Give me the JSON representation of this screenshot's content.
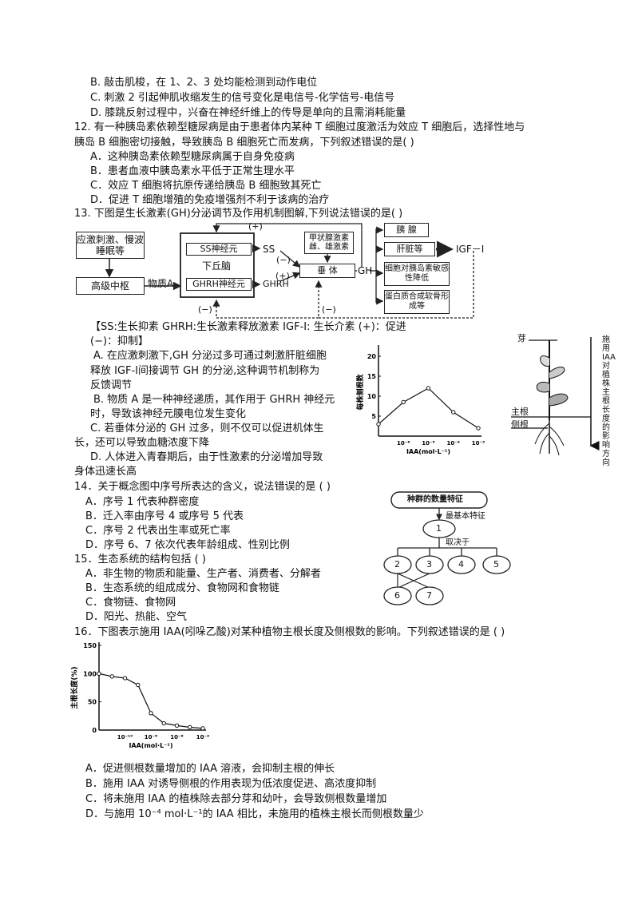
{
  "q11": {
    "opt_b": "B. 敲击肌梭，在 1、2、3 处均能检测到动作电位",
    "opt_c": "C. 刺激 2 引起伸肌收缩发生的信号变化是电信号-化学信号-电信号",
    "opt_d": "D. 膝跳反射过程中，兴奋在神经纤维上的传导是单向的且需消耗能量"
  },
  "q12": {
    "stem_1": "12. 有一种胰岛素依赖型糖尿病是由于患者体内某种 T 细胞过度激活为效应 T 细胞后，选择性地与",
    "stem_2": "胰岛 B 细胞密切接触，导致胰岛 B 细胞死亡而发病，下列叙述错误的是(      )",
    "opt_a": "A．这种胰岛素依赖型糖尿病属于自身免疫病",
    "opt_b": "B．患者血液中胰岛素水平低于正常生理水平",
    "opt_c": "C．效应 T 细胞将抗原传递给胰岛 B 细胞致其死亡",
    "opt_d": "D．促进 T 细胞增殖的免疫增强剂不利于该病的治疗"
  },
  "q13": {
    "stem": "13. 下图是生长激素(GH)分泌调节及作用机制图解,下列说法错误的是(      )",
    "diagram": {
      "stress": "应激刺激、慢波睡眠等",
      "center": "高级中枢",
      "substance_a": "物质A",
      "hypothalamus": "下丘脑",
      "ss_neuron": "SS神经元",
      "ghrh_neuron": "GHRH神经元",
      "ss": "SS",
      "ghrh": "GHRH",
      "thyroid": "甲状腺激素雌、雄激素",
      "pituitary": "垂  体",
      "gh": "GH",
      "pancreas": "胰  腺",
      "liver": "肝脏等",
      "igf": "IGF－Ⅰ",
      "insulin_sens": "细胞对胰岛素敏感性降低",
      "protein": "蛋白质合成软骨形成等",
      "plus": "(+)",
      "minus": "(−)"
    },
    "legend_1": "【SS:生长抑素    GHRH:生长激素释放激素    IGF-Ⅰ: 生长介素  (+)：促进",
    "legend_2": "(−)：抑制】",
    "opt_a_1": "A. 在应激刺激下,GH 分泌过多可通过刺激肝脏细胞",
    "opt_a_2": "释放 IGF-Ⅰ间接调节 GH 的分泌,这种调节机制称为",
    "opt_a_3": "反馈调节",
    "opt_b_1": "B. 物质 A 是一种神经递质，其作用于 GHRH 神经元",
    "opt_b_2": "时，导致该神经元膜电位发生变化",
    "opt_c_1": "C. 若垂体分泌的 GH 过多，则不仅可以促进机体生",
    "opt_c_2": "长，还可以导致血糖浓度下降",
    "opt_d_1": "D. 人体进入青春期后，由于性激素的分泌增加导致",
    "opt_d_2": "身体迅速长高"
  },
  "side_chart": {
    "ylabel": "每株侧根数",
    "xlabel": "IAA(mol·L⁻¹)",
    "ticks_y": [
      "20",
      "15",
      "10",
      "5"
    ],
    "ticks_x": [
      "10⁻⁶",
      "10⁻⁵",
      "10⁻⁴",
      "10⁻³"
    ]
  },
  "plant": {
    "label_bud": "芽",
    "label_root": "主根",
    "label_lateral": "侧根",
    "arrow_text": "施用IAA对植株主根长度的影响方向"
  },
  "q14": {
    "stem": "14．关于概念图中序号所表达的含义，说法错误的是 (      )",
    "opt_a": "A．序号 1 代表种群密度",
    "opt_b": "B．迁入率由序号 4 或序号 5 代表",
    "opt_c": "C．序号 2 代表出生率或死亡率",
    "opt_d": "D．序号 6、7 依次代表年龄组成、性别比例",
    "diagram": {
      "title": "种群的数量特征",
      "basic": "最基本特征",
      "depends": "取决于",
      "n1": "1",
      "n2": "2",
      "n3": "3",
      "n4": "4",
      "n5": "5",
      "n6": "6",
      "n7": "7"
    }
  },
  "q15": {
    "stem": "15．生态系统的结构包括 (      )",
    "opt_a": "A．非生物的物质和能量、生产者、消费者、分解者",
    "opt_b": "B．生态系统的组成成分、食物网和食物链",
    "opt_c": "C．食物链、食物网",
    "opt_d": "D．阳光、热能、空气"
  },
  "q16": {
    "stem": "16．下图表示施用 IAA(吲哚乙酸)对某种植物主根长度及侧根数的影响。下列叙述错误的是 (      )",
    "opt_a": "A．促进侧根数量增加的 IAA 溶液，会抑制主根的伸长",
    "opt_b": "B．施用 IAA 对诱导侧根的作用表现为低浓度促进、高浓度抑制",
    "opt_c": "C．将未施用 IAA 的植株除去部分芽和幼叶，会导致侧根数量增加",
    "opt_d": "D．与施用 10⁻⁴ mol·L⁻¹的 IAA 相比，未施用的植株主根长而侧根数量少"
  },
  "main_chart": {
    "ylabel": "主根长度(%)",
    "xlabel": "IAA(mol·L⁻¹)",
    "ticks_y": [
      "150",
      "100",
      "50",
      "0"
    ],
    "ticks_x": [
      "10⁻¹⁰",
      "10⁻⁸",
      "10⁻⁶",
      "10⁻⁴"
    ]
  },
  "chart_data": [
    {
      "type": "line",
      "ylabel": "每株侧根数",
      "xlabel": "IAA(mol·L⁻¹)",
      "x": [
        "0",
        "10⁻⁶",
        "10⁻⁵",
        "10⁻⁴",
        "10⁻³"
      ],
      "values": [
        3,
        8.5,
        12,
        6,
        2
      ],
      "ylim": [
        0,
        22
      ]
    },
    {
      "type": "line",
      "ylabel": "主根长度(%)",
      "xlabel": "IAA(mol·L⁻¹)",
      "x": [
        "0",
        "10⁻¹¹",
        "10⁻¹⁰",
        "10⁻⁹",
        "10⁻⁸",
        "10⁻⁷",
        "10⁻⁶",
        "10⁻⁵",
        "10⁻⁴"
      ],
      "values": [
        100,
        95,
        92,
        80,
        30,
        12,
        8,
        5,
        3
      ],
      "ylim": [
        0,
        150
      ]
    }
  ]
}
